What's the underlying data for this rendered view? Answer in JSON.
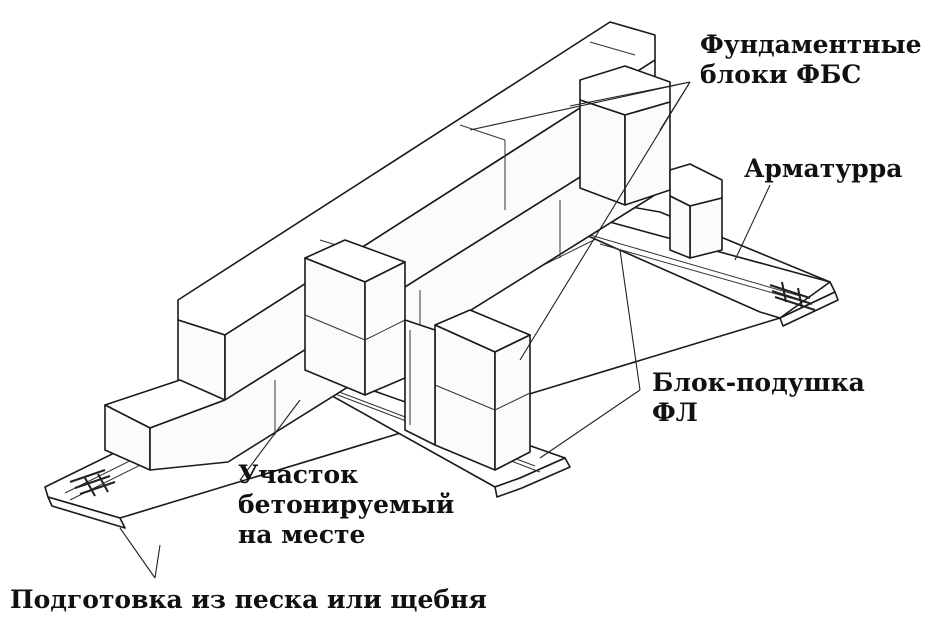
{
  "labels": {
    "fbs": [
      "Фундаментные",
      "блоки ФБС"
    ],
    "armatura": "Арматурра",
    "fl": [
      "Блок-подушка",
      "ФЛ"
    ],
    "uchastok": [
      "Участок",
      "бетонируемый",
      "на месте"
    ],
    "podgotovka": "Подготовка из песка или щебня"
  }
}
